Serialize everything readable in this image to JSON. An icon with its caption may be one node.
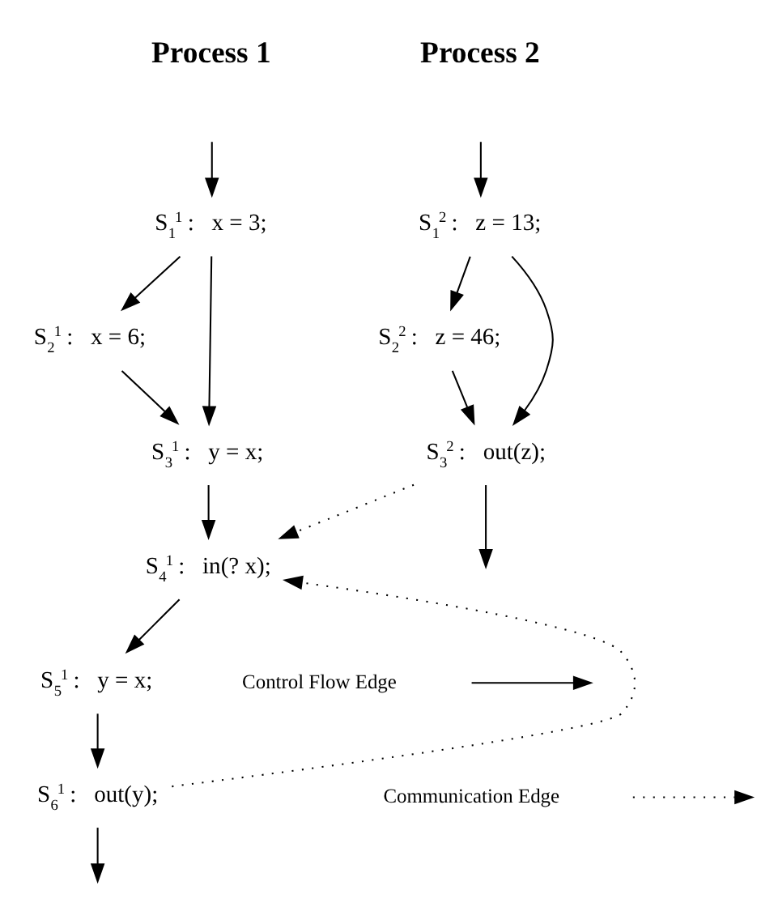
{
  "diagram": {
    "nodes": [
      {
        "text": [
          "S$_{1}$$^{1}$ :   x = 3;"
        ]
      },
      {
        "text": [
          "S$_{2}$$^{1}$ :   x = 6;"
        ]
      },
      {
        "text": [
          "S$_{3}$$^{1}$ :   y = x;"
        ]
      },
      {
        "text": [
          "S$_{4}$$^{1}$ :   in(? x);"
        ]
      },
      {
        "text": [
          "S$_{5}$$^{1}$ :   y = x;"
        ]
      },
      {
        "text": [
          "S$_{6}$$^{1}$ :   out(y);"
        ]
      },
      {
        "text": [
          "S$_{1}$$^{2}$ :   z = 13;"
        ]
      },
      {
        "text": [
          "S$_{2}$$^{2}$ :   z = 46;"
        ]
      },
      {
        "text": [
          "S$_{3}$$^{2}$ :   out(z);"
        ]
      }
    ],
    "edges": [
      {
        "from": null,
        "to": 0,
        "arrow": "to"
      },
      {
        "from": 0,
        "to": 1,
        "arrow": "to"
      },
      {
        "from": 0,
        "to": 2,
        "arrow": "to"
      },
      {
        "from": 1,
        "to": 2,
        "arrow": "to"
      },
      {
        "from": 2,
        "to": 3,
        "arrow": "to"
      },
      {
        "from": 3,
        "to": 4,
        "arrow": "to"
      },
      {
        "from": 4,
        "to": 5,
        "arrow": "to"
      },
      {
        "from": 5,
        "to": null,
        "arrow": "to"
      },
      {
        "from": null,
        "to": 6,
        "arrow": "to"
      },
      {
        "from": 6,
        "to": 7,
        "arrow": "to"
      },
      {
        "from": 6,
        "to": 8,
        "arrow": "to"
      },
      {
        "from": 7,
        "to": 8,
        "arrow": "to"
      },
      {
        "from": 8,
        "to": null,
        "arrow": "to"
      },
      {
        "from": 8,
        "to": 3,
        "arrow": "to",
        "style": "dashed"
      },
      {
        "from": 5,
        "to": 3,
        "arrow": "to",
        "style": "dashed"
      }
    ],
    "labels": [
      "Process 1",
      "Process 2"
    ],
    "legend": [
      {
        "text": "Control Flow Edge"
      },
      {
        "text": "Communication Edge"
      }
    ]
  }
}
